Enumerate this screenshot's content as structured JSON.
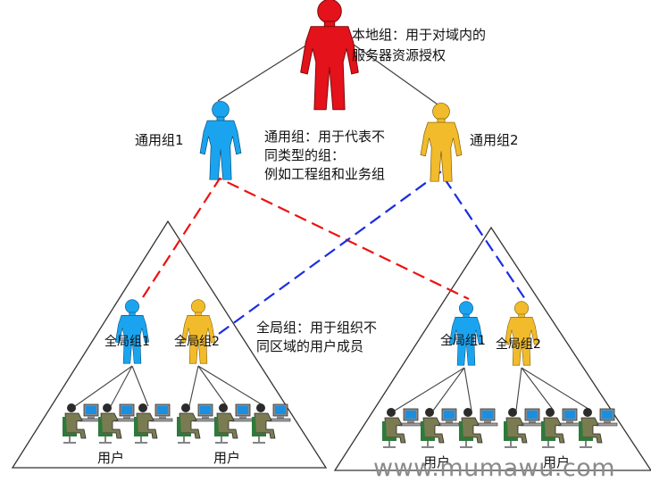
{
  "local_group": {
    "line1": "本地组：用于对域内的",
    "line2": "服务器资源授权"
  },
  "universal_groups": {
    "left_label": "通用组1",
    "right_label": "通用组2",
    "desc_line1": "通用组：用于代表不",
    "desc_line2": "同类型的组：",
    "desc_line3": "例如工程组和业务组"
  },
  "global_groups": {
    "left_1": "全局组1",
    "left_2": "全局组2",
    "right_1": "全局组1",
    "right_2": "全局组2",
    "desc_line1": "全局组：用于组织不",
    "desc_line2": "同区域的用户成员"
  },
  "users": {
    "left_a": "用户",
    "left_b": "用户",
    "right_a": "用户",
    "right_b": "用户"
  },
  "watermark": "www.mumawu.com",
  "colors": {
    "local_group": "#e3121b",
    "universal_1": "#1aa4f0",
    "universal_2": "#f2bb2b",
    "link_red": "#ee1111",
    "link_blue": "#1a2ee0"
  }
}
